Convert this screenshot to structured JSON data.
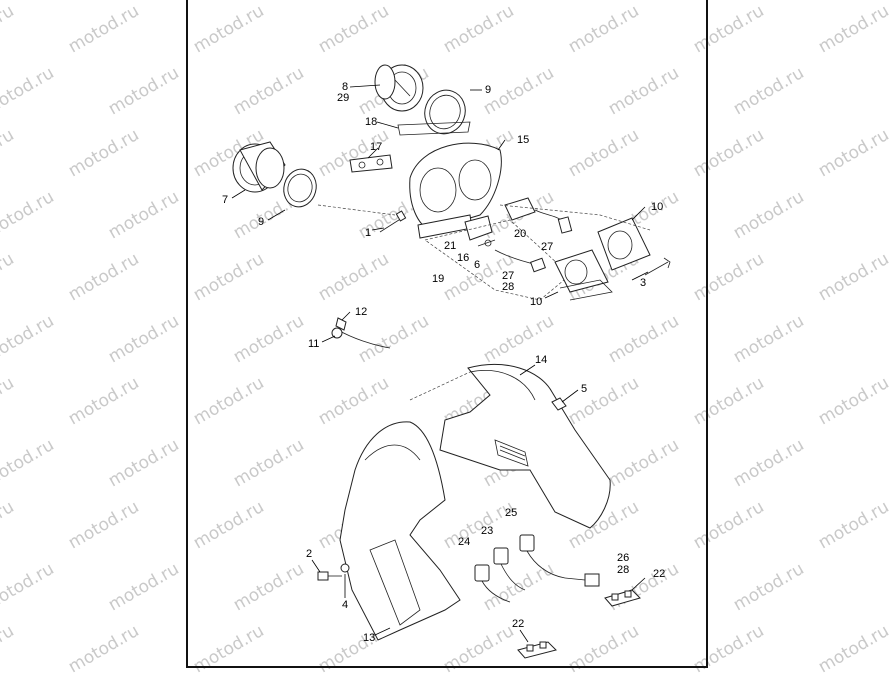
{
  "watermark": {
    "text": "motod.ru"
  },
  "callouts": {
    "c1": "1",
    "c2": "2",
    "c3": "3",
    "c4": "4",
    "c5": "5",
    "c6": "6",
    "c7": "7",
    "c8": "8",
    "c9a": "9",
    "c9b": "9",
    "c10a": "10",
    "c10b": "10",
    "c11": "11",
    "c12": "12",
    "c13": "13",
    "c14": "14",
    "c15": "15",
    "c16": "16",
    "c17": "17",
    "c18": "18",
    "c19": "19",
    "c20": "20",
    "c21": "21",
    "c22a": "22",
    "c22b": "22",
    "c23": "23",
    "c24": "24",
    "c25": "25",
    "c26": "26",
    "c27a": "27",
    "c27b": "27",
    "c28a": "28",
    "c28b": "28",
    "c29": "29"
  }
}
